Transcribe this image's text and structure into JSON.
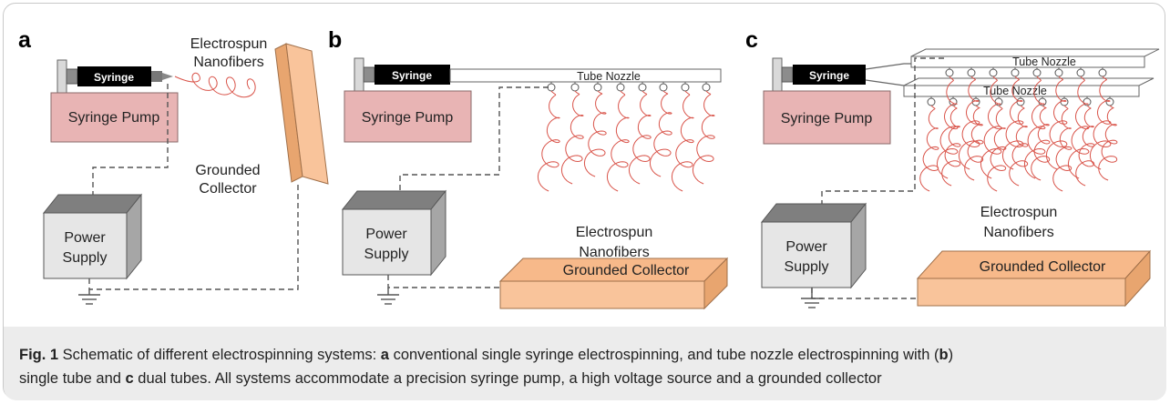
{
  "panels": [
    {
      "letter": "a",
      "syringe": "Syringe",
      "pump": "Syringe Pump",
      "power": [
        "Power",
        "Supply"
      ],
      "fibers": [
        "Electrospun",
        "Nanofibers"
      ],
      "collector": [
        "Grounded",
        "Collector"
      ]
    },
    {
      "letter": "b",
      "syringe": "Syringe",
      "pump": "Syringe Pump",
      "power": [
        "Power",
        "Supply"
      ],
      "nozzle": "Tube Nozzle",
      "fibers": [
        "Electrospun",
        "Nanofibers"
      ],
      "collector": "Grounded Collector"
    },
    {
      "letter": "c",
      "syringe": "Syringe",
      "pump": "Syringe Pump",
      "power": [
        "Power",
        "Supply"
      ],
      "nozzle_top": "Tube Nozzle",
      "nozzle_bottom": "Tube Nozzle",
      "fibers": [
        "Electrospun",
        "Nanofibers"
      ],
      "collector": "Grounded Collector"
    }
  ],
  "caption": {
    "fig_label": "Fig. 1",
    "t1": "  Schematic of different electrospinning systems: ",
    "a": "a",
    "t2": " conventional single syringe electrospinning, and tube nozzle electrospinning with (",
    "b": "b",
    "t3": ")",
    "t4": "single tube and ",
    "c": "c",
    "t5": " dual tubes. All systems accommodate a precision syringe pump, a high voltage source and a grounded collector"
  },
  "colors": {
    "pump": "#e8b4b4",
    "collector": "#f9c49b",
    "power_front": "#e6e6e6",
    "power_top": "#7f7f7f",
    "fiber": "#d9544a"
  }
}
